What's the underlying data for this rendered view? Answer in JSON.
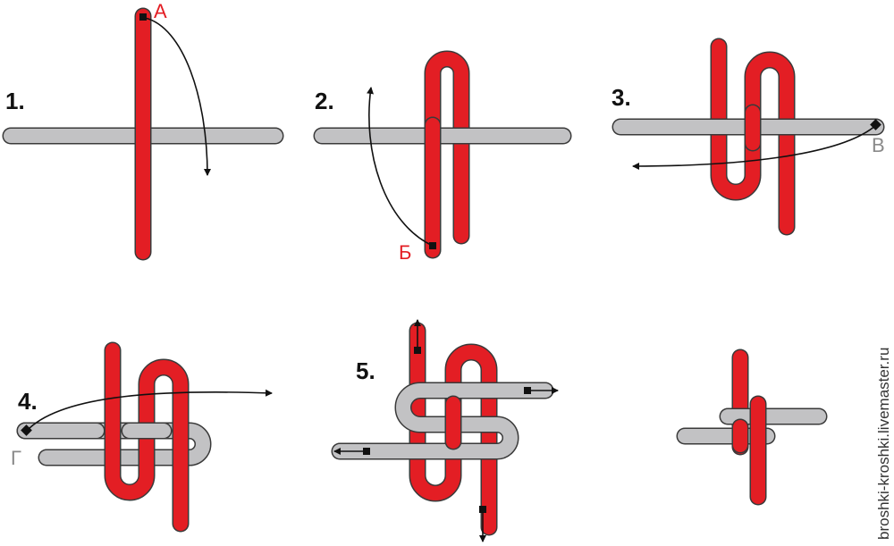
{
  "colors": {
    "red_cord": "#e31e24",
    "gray_cord": "#c2c2c4",
    "outline": "#3a3a3a",
    "arrow": "#111111",
    "label_red": "#e31e24",
    "label_gray": "#8a8a8a"
  },
  "steps": [
    {
      "number": "1."
    },
    {
      "number": "2."
    },
    {
      "number": "3."
    },
    {
      "number": "4."
    },
    {
      "number": "5."
    }
  ],
  "points": {
    "a": "А",
    "b": "Б",
    "v": "В",
    "g": "Г"
  },
  "credit": "broshki-kroshki.livemaster.ru"
}
